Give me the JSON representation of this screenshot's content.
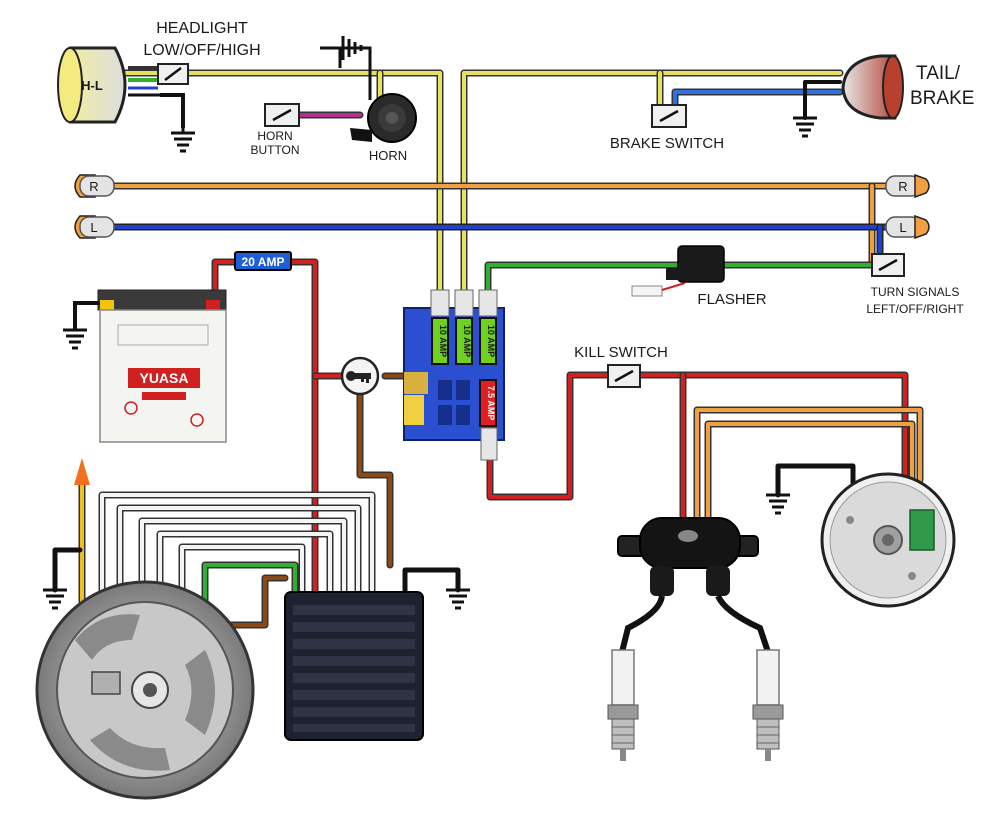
{
  "labels": {
    "headlight_line1": "HEADLIGHT",
    "headlight_line2": "LOW/OFF/HIGH",
    "headlight_icon": "H-L",
    "horn_button_line1": "HORN",
    "horn_button_line2": "BUTTON",
    "horn": "HORN",
    "brake_switch": "BRAKE SWITCH",
    "tail_line1": "TAIL/",
    "tail_line2": "BRAKE",
    "indicator_r": "R",
    "indicator_l": "L",
    "flasher": "FLASHER",
    "turn_signals_line1": "TURN SIGNALS",
    "turn_signals_line2": "LEFT/OFF/RIGHT",
    "kill_switch": "KILL SWITCH",
    "main_fuse": "20 AMP",
    "fuse_1": "10 AMP",
    "fuse_2": "10 AMP",
    "fuse_3": "10 AMP",
    "fuse_4": "7.5 AMP",
    "battery_brand": "YUASA"
  },
  "icon_names": [
    "headlight-icon",
    "horn-icon",
    "ground-icon",
    "battery-icon",
    "ignition-key-icon",
    "fuse-box-icon",
    "flasher-icon",
    "ignition-coil-icon",
    "spark-plug-icon",
    "stator-icon",
    "regulator-icon",
    "ignition-pickup-icon",
    "tail-light-icon",
    "turn-indicator-icon",
    "switch-icon"
  ],
  "colors": {
    "wire_yellow": "#e8e060",
    "wire_orange": "#f0a040",
    "wire_blue": "#2040d0",
    "wire_green": "#30b030",
    "wire_red": "#d02020",
    "wire_brown": "#8a4a18",
    "wire_white": "#f4f4f4",
    "wire_purple": "#b03090",
    "wire_black": "#111111"
  }
}
